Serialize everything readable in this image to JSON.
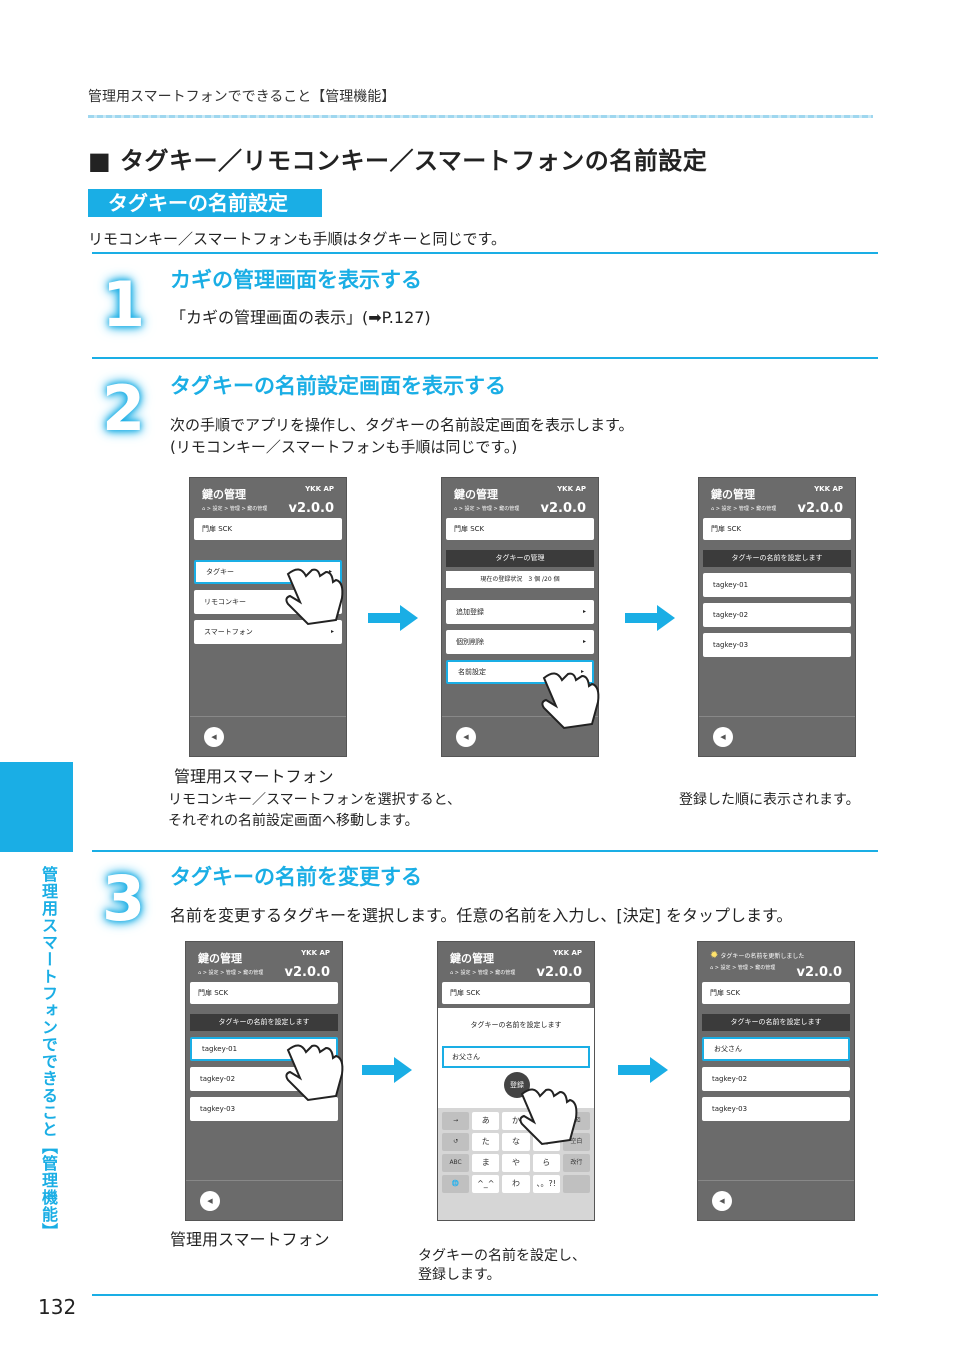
{
  "header": "管理用スマートフォンでできること【管理機能】",
  "section_title": "■ タグキー／リモコンキー／スマートフォンの名前設定",
  "subsection": "タグキーの名前設定",
  "sub_desc": "リモコンキー／スマートフォンも手順はタグキーと同じです。",
  "steps": [
    {
      "num": "1",
      "title": "カギの管理画面を表示する",
      "text": "「カギの管理画面の表示」(➡P.127)"
    },
    {
      "num": "2",
      "title": "タグキーの名前設定画面を表示する",
      "text1": "次の手順でアプリを操作し、タグキーの名前設定画面を表示します。",
      "text2": "(リモコンキー／スマートフォンも手順は同じです。)"
    },
    {
      "num": "3",
      "title": "タグキーの名前を変更する",
      "text": "名前を変更するタグキーを選択します。任意の名前を入力し、[決定] をタップします。"
    }
  ],
  "phone": {
    "app_title": "鍵の管理",
    "breadcrumb": "⌂ > 設定 > 管理 > 鍵の管理",
    "version": "v2.0.0",
    "logo": "YKK AP",
    "door": "門扉 SCK",
    "back": "◀",
    "arrow": "▸"
  },
  "screen1": {
    "items": [
      "タグキー",
      "リモコンキー",
      "スマートフォン"
    ]
  },
  "screen2": {
    "label": "タグキーの管理",
    "status": "現在の登録状況　3 個 /20 個",
    "items": [
      "追加登録",
      "個別削除",
      "名前設定"
    ]
  },
  "screen3": {
    "label": "タグキーの名前を設定します",
    "items": [
      "tagkey-01",
      "tagkey-02",
      "tagkey-03"
    ]
  },
  "screen5": {
    "label": "タグキーの名前を設定します",
    "input": "お父さん",
    "register": "登録"
  },
  "screen6": {
    "toast": "タグキーの名前を更新しました",
    "items": [
      "お父さん",
      "tagkey-02",
      "tagkey-03"
    ]
  },
  "keyboard": {
    "rows": [
      [
        "→",
        "あ",
        "か",
        "さ",
        "⌫"
      ],
      [
        "↺",
        "た",
        "な",
        "は",
        "空白"
      ],
      [
        "ABC",
        "ま",
        "や",
        "ら",
        "改行"
      ],
      [
        "🌐",
        "^_^",
        "わ",
        "、。?!",
        ""
      ]
    ]
  },
  "captions": {
    "phone_label": "管理用スマートフォン",
    "cap_a1": "リモコンキー／スマートフォンを選択すると、",
    "cap_a2": "それぞれの名前設定画面へ移動します。",
    "cap_b": "登録した順に表示されます。",
    "cap_c1": "タグキーの名前を設定し、",
    "cap_c2": "登録します。"
  },
  "side_label": "管理用スマートフォンでできること【管理機能】",
  "page_number": "132"
}
